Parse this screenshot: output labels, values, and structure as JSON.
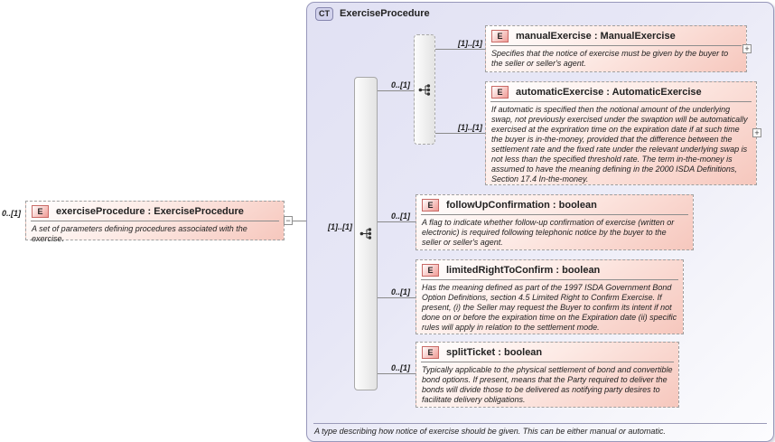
{
  "root": {
    "cardinality": "0..[1]",
    "badge": "E",
    "title": "exerciseProcedure : ExerciseProcedure",
    "annotation": "A set of parameters defining procedures associated with the exercise.",
    "collapse_glyph": "−"
  },
  "complex_type": {
    "badge": "CT",
    "title": "ExerciseProcedure",
    "sequence_cardinality": "[1]..[1]",
    "footer": "A type describing how notice of exercise should be given. This can be either manual or automatic."
  },
  "choice_group": {
    "cardinality": "0..[1]"
  },
  "elements": {
    "manual": {
      "badge": "E",
      "cardinality": "[1]..[1]",
      "title": "manualExercise : ManualExercise",
      "annotation": "Specifies that the notice of exercise must be given by the buyer to the seller or seller's agent.",
      "expand_glyph": "+"
    },
    "automatic": {
      "badge": "E",
      "cardinality": "[1]..[1]",
      "title": "automaticExercise : AutomaticExercise",
      "annotation": "If automatic is specified then the notional amount of the underlying swap, not previously exercised under the swaption will be automatically exercised at the expriration time on the expiration date if at such time the buyer is in-the-money, provided that the difference between the settlement rate and the fixed rate under the relevant underlying swap is not less than the specified threshold rate. The term in-the-money is assumed to have the meaning defining in the 2000 ISDA Definitions, Section 17.4 In-the-money.",
      "expand_glyph": "+"
    },
    "follow_up": {
      "badge": "E",
      "cardinality": "0..[1]",
      "title": "followUpConfirmation : boolean",
      "annotation": "A flag to indicate whether follow-up confirmation of exercise (written or electronic) is required following telephonic notice by the buyer to the seller or seller's agent."
    },
    "limited_right": {
      "badge": "E",
      "cardinality": "0..[1]",
      "title": "limitedRightToConfirm : boolean",
      "annotation": "Has the meaning defined as part of the 1997 ISDA Government Bond Option Definitions, section 4.5 Limited Right to Confirm Exercise. If present, (i) the Seller may request the Buyer to confirm its intent if not done on or before the expiration time on the Expiration date (ii) specific rules will apply in relation to the settlement mode."
    },
    "split_ticket": {
      "badge": "E",
      "cardinality": "0..[1]",
      "title": "splitTicket : boolean",
      "annotation": "Typically applicable to the physical settlement of bond and convertible bond options. If present, means that the Party required to deliver the bonds will divide those to be delivered as notifying party desires to facilitate delivery obligations."
    }
  }
}
